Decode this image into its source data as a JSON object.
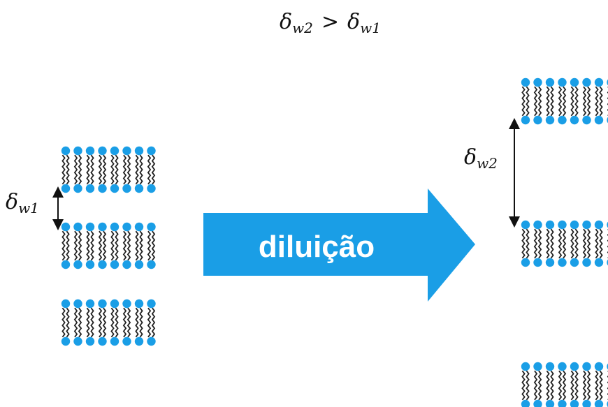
{
  "title": {
    "left": "δ",
    "left_sub": "w2",
    "operator": ">",
    "right": "δ",
    "right_sub": "w1"
  },
  "arrow": {
    "text": "diluição",
    "color": "#1a9ee6"
  },
  "labels": {
    "delta_w1": {
      "symbol": "δ",
      "sub": "w1"
    },
    "delta_w2": {
      "symbol": "δ",
      "sub": "w2"
    }
  },
  "colors": {
    "head": "#1a9ee6",
    "tail": "#222222",
    "arrow_line": "#111111",
    "background": "#ffffff"
  }
}
